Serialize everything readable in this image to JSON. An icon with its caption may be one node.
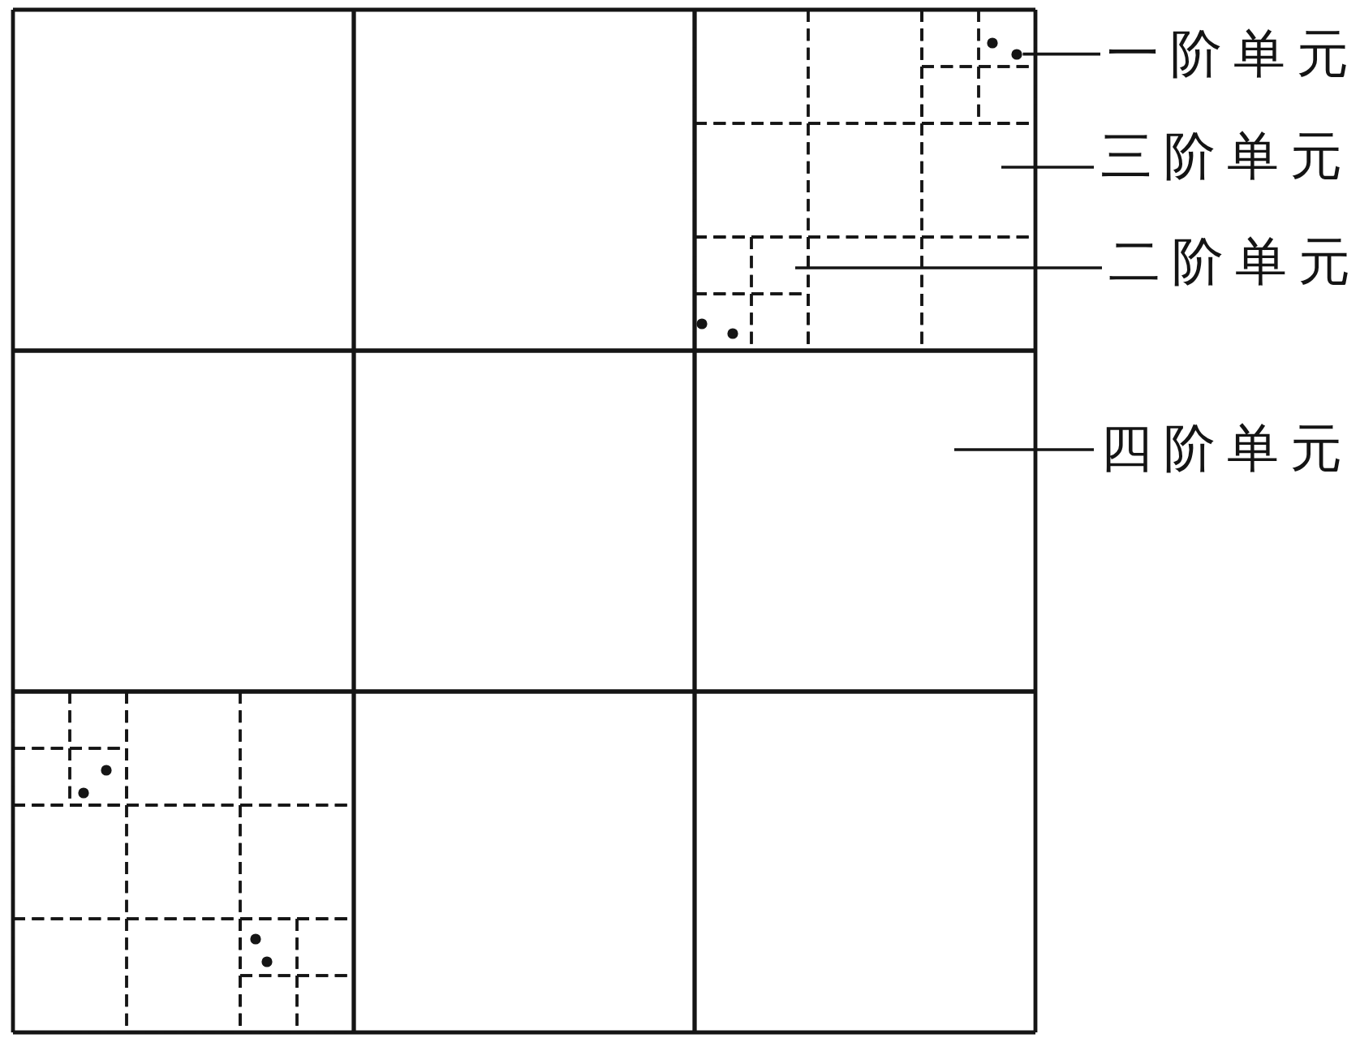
{
  "diagram": {
    "nodes": [
      {
        "text": [],
        "shape": "box"
      },
      {
        "text": [],
        "shape": "box"
      },
      {
        "text": [],
        "shape": "box"
      },
      {
        "text": [],
        "shape": "box",
        "in": 2
      },
      {
        "text": [],
        "shape": "box",
        "in": 2
      },
      {
        "text": [],
        "shape": "box",
        "in": 2
      },
      {
        "text": [],
        "shape": "box",
        "in": 5
      },
      {
        "text": [],
        "shape": "box",
        "in": 5
      },
      {
        "text": [],
        "shape": "box",
        "in": 5
      },
      {
        "text": [],
        "shape": "box",
        "in": 5
      },
      {
        "text": [],
        "shape": "circle",
        "in": 7
      },
      {
        "text": [],
        "shape": "circle",
        "in": 7
      },
      {
        "text": [],
        "shape": "box",
        "in": 2
      },
      {
        "text": [],
        "shape": "box",
        "in": 2
      },
      {
        "text": [],
        "shape": "box",
        "in": 2
      },
      {
        "text": [],
        "shape": "box",
        "in": 2
      },
      {
        "text": [],
        "shape": "box",
        "in": 15
      },
      {
        "text": [],
        "shape": "box",
        "in": 15
      },
      {
        "text": [],
        "shape": "box",
        "in": 15
      },
      {
        "text": [],
        "shape": "box",
        "in": 15
      },
      {
        "text": [],
        "shape": "circle",
        "in": 18
      },
      {
        "text": [],
        "shape": "circle",
        "in": 18
      },
      {
        "text": [],
        "shape": "box",
        "in": 2
      },
      {
        "text": [],
        "shape": "box",
        "in": 2
      },
      {
        "text": [],
        "shape": "box"
      },
      {
        "text": [],
        "shape": "box"
      },
      {
        "text": [],
        "shape": "box"
      },
      {
        "text": [],
        "shape": "box"
      },
      {
        "text": [],
        "shape": "box",
        "in": 27
      },
      {
        "text": [],
        "shape": "box",
        "in": 28
      },
      {
        "text": [],
        "shape": "box",
        "in": 28
      },
      {
        "text": [],
        "shape": "box",
        "in": 28
      },
      {
        "text": [],
        "shape": "box",
        "in": 28
      },
      {
        "text": [],
        "shape": "circle",
        "in": 32
      },
      {
        "text": [],
        "shape": "circle",
        "in": 32
      },
      {
        "text": [],
        "shape": "box",
        "in": 27
      },
      {
        "text": [],
        "shape": "box",
        "in": 27
      },
      {
        "text": [],
        "shape": "box",
        "in": 27
      },
      {
        "text": [],
        "shape": "box",
        "in": 27
      },
      {
        "text": [],
        "shape": "box",
        "in": 27
      },
      {
        "text": [],
        "shape": "box",
        "in": 27
      },
      {
        "text": [],
        "shape": "box",
        "in": 27
      },
      {
        "text": [],
        "shape": "box",
        "in": 27
      },
      {
        "text": [],
        "shape": "box",
        "in": 42
      },
      {
        "text": [],
        "shape": "box",
        "in": 42
      },
      {
        "text": [],
        "shape": "box",
        "in": 42
      },
      {
        "text": [],
        "shape": "box",
        "in": 42
      },
      {
        "text": [],
        "shape": "circle",
        "in": 43
      },
      {
        "text": [],
        "shape": "circle",
        "in": 43
      },
      {
        "text": [],
        "shape": "box"
      },
      {
        "text": [],
        "shape": "box"
      },
      {
        "text": [
          "一阶单元"
        ]
      },
      {
        "text": [
          "三阶单元"
        ]
      },
      {
        "text": [
          "二阶单元"
        ]
      },
      {
        "text": [
          "四阶单元"
        ]
      }
    ],
    "edges": [
      {
        "from": 51,
        "to": 11,
        "arrow": "none"
      },
      {
        "from": 52,
        "to": 14,
        "arrow": "none"
      },
      {
        "from": 53,
        "to": 17,
        "arrow": "none"
      },
      {
        "from": 54,
        "to": 26,
        "arrow": "none"
      }
    ]
  }
}
